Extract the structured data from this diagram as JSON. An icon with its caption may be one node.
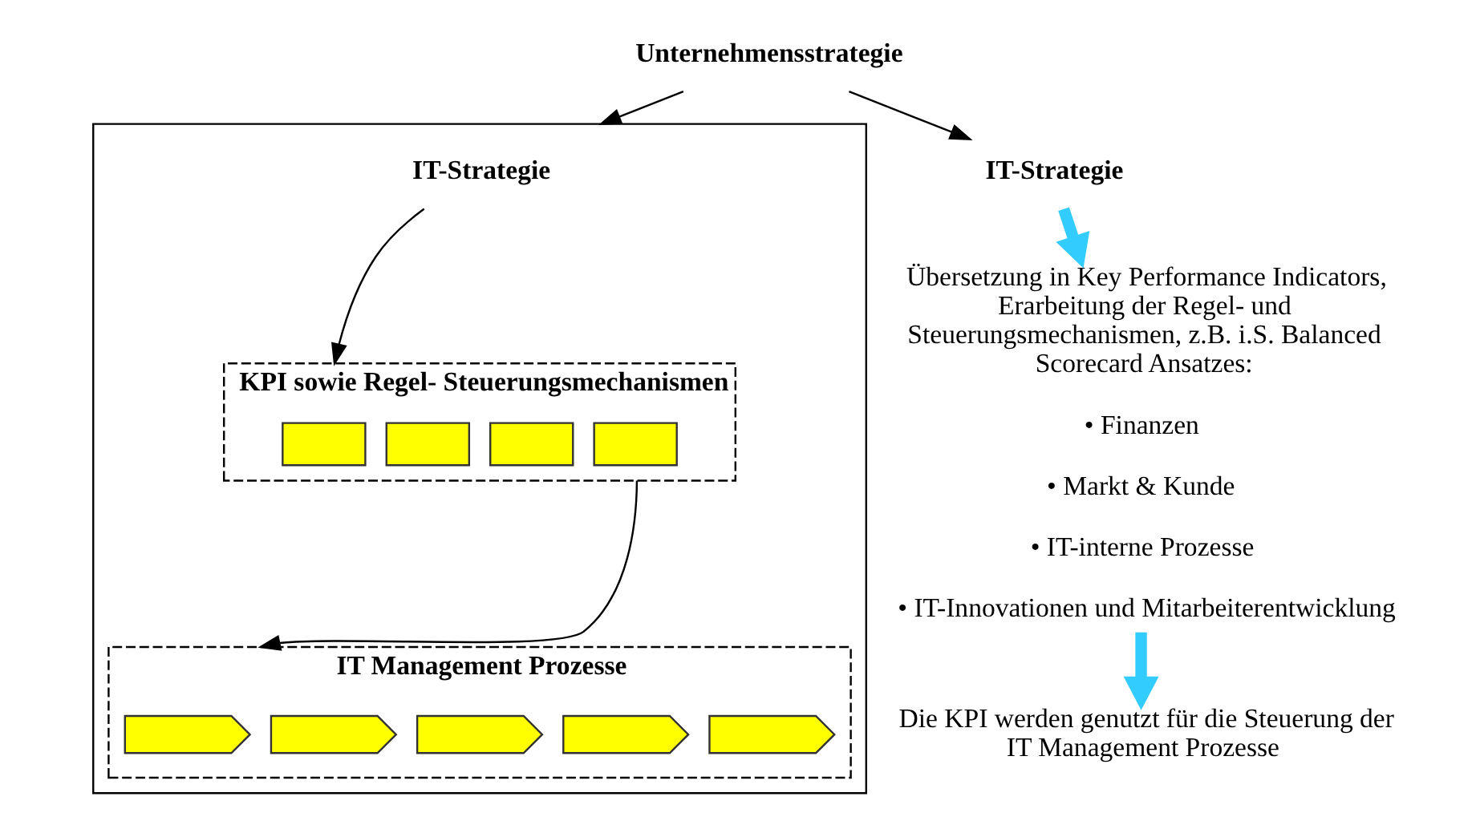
{
  "diagram": {
    "nodes": [
      {
        "text": [
          "Unternehmensstrategie"
        ]
      },
      {
        "text": [],
        "shape": "triangle"
      },
      {
        "text": [
          "IT-Strategie"
        ],
        "in": 1
      },
      {
        "text": [
          "KPI sowie Regel- Steuerungsmechanismen"
        ],
        "in": 1
      },
      {
        "text": [],
        "shape": "box",
        "in": 3
      },
      {
        "text": [],
        "shape": "box",
        "in": 3
      },
      {
        "text": [],
        "shape": "box",
        "in": 3
      },
      {
        "text": [],
        "shape": "box",
        "in": 3
      },
      {
        "text": [
          "IT Management Prozesse"
        ],
        "in": 1
      },
      {
        "text": [],
        "shape": "chevron",
        "in": 8
      },
      {
        "text": [],
        "shape": "chevron",
        "in": 8
      },
      {
        "text": [],
        "shape": "chevron",
        "in": 8
      },
      {
        "text": [],
        "shape": "chevron",
        "in": 8
      },
      {
        "text": [],
        "shape": "chevron",
        "in": 8
      },
      {
        "text": [
          "IT-Strategie"
        ]
      },
      {
        "text": [
          "Übersetzung in Key Performance Indicators, Erarbeitung der Regel- und Steuerungsmechanismen, z.B. i.S. Balanced Scorecard Ansatzes:",
          "• Finanzen",
          "• Markt & Kunde",
          "• IT-interne Prozesse",
          "• IT-Innovationen und Mitarbeiterentwicklung"
        ]
      },
      {
        "text": [
          "Die KPI werden genutzt für die Steuerung der IT Management Prozesse"
        ]
      }
    ],
    "edges": [
      {
        "from": 0,
        "to": 1,
        "arrow": "to"
      },
      {
        "from": 0,
        "to": 14,
        "arrow": "to"
      },
      {
        "from": 2,
        "to": 3,
        "arrow": "to"
      },
      {
        "from": 3,
        "to": 8,
        "arrow": "to"
      },
      {
        "from": 14,
        "to": 15,
        "arrow": "to",
        "style": "thick",
        "color": "#33ccff"
      },
      {
        "from": 15,
        "to": 16,
        "arrow": "to",
        "style": "thick",
        "color": "#33ccff"
      }
    ]
  }
}
